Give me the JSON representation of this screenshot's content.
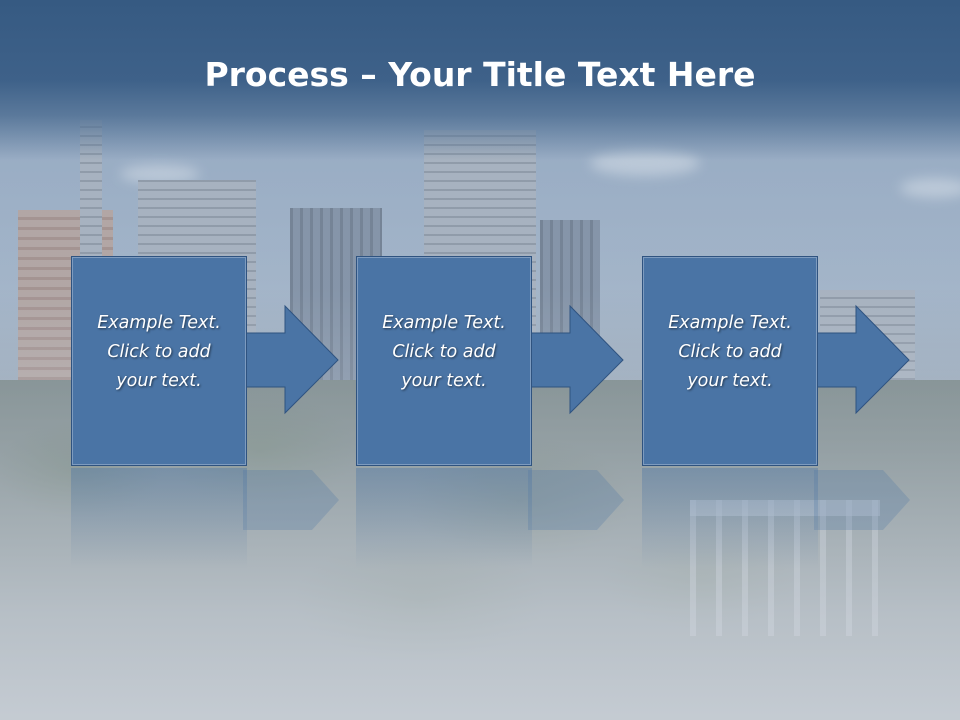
{
  "slide": {
    "title_bold": "Process",
    "title_rest": " – Your Title Text Here"
  },
  "steps": [
    {
      "line1": "Example Text.",
      "line2": "Click  to add",
      "line3": "your text."
    },
    {
      "line1": "Example Text.",
      "line2": "Click  to add",
      "line3": "your text."
    },
    {
      "line1": "Example Text.",
      "line2": "Click  to add",
      "line3": "your text."
    }
  ],
  "colors": {
    "title_band": "#365a82",
    "step_fill": "#4a74a5",
    "step_border": "#2f5380",
    "text": "#ffffff"
  }
}
